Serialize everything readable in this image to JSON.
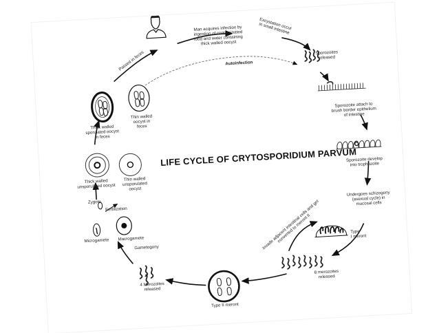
{
  "title": "LIFE CYCLE OF CRYTOSPORIDIUM PARVUM",
  "stages": {
    "man_infection": "Man acquires infection by\ningestion of contaminated\nfood and water containing\nthick walled oocyst",
    "excystation": "Excystation occur\nin small intestine",
    "sporozoites_released": "Sporozoites\nreleased",
    "sporozoite_attach": "Sporozoite attach to\nbrush border epithelium\nof intestine",
    "sporozoite_develop": "Sporozoite develop\ninto trophozoite",
    "schizogony": "Undergoes schizogony\n(asexual cycle) in\nmucosal cells",
    "type1_meront": "Type\nI meront",
    "invade_cells": "Invade adjacent intestinal cells and get\nconverted to meront II",
    "eight_merozoites": "8 merozoites\nreleased",
    "type2_meront": "Type II meront",
    "four_merozoites": "4 Merozoites\nreleased",
    "gametogony": "Gametogony",
    "microgamete": "Microgamete",
    "macrogamete": "Macrogamete",
    "fertilization": "Fertilization",
    "zygote": "Zygote",
    "thick_unsporulated": "Thick walled\nunsporulated oocyst",
    "thin_unsporulated": "Thin walled\nunsporulated\noocyst",
    "thick_sporulated": "Thick walled\nsporulated oocyst\nin feces",
    "thin_sporulated": "Thin walled\noocyst in\nfeces",
    "passed_in_feces": "Passed in feces",
    "autoinfection": "Autoinfection"
  }
}
